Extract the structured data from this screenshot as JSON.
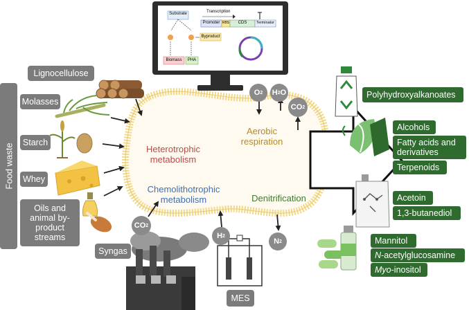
{
  "feedstocks": {
    "lignocellulose": "Lignocellulose",
    "food_waste": "Food waste",
    "molasses": "Molasses",
    "starch": "Starch",
    "whey": "Whey",
    "oils_line1": "Oils and",
    "oils_line2": "animal by-",
    "oils_line3": "product",
    "oils_line4": "streams",
    "syngas": "Syngas",
    "mes": "MES"
  },
  "gases": {
    "o2_main": "O",
    "o2_sub": "2",
    "h2o_main1": "H",
    "h2o_sub": "2",
    "h2o_main2": "O",
    "co2_main": "CO",
    "co2_sub": "2",
    "co2b_main": "CO",
    "co2b_sub": "2",
    "h2_main": "H",
    "h2_sub": "2",
    "n2_main": "N",
    "n2_sub": "2"
  },
  "metabolism": {
    "heterotrophic_1": "Heterotrophic",
    "heterotrophic_2": "metabolism",
    "chemo_1": "Chemolithotrophic",
    "chemo_2": "metabolism",
    "aerobic_1": "Aerobic",
    "aerobic_2": "respiration",
    "denitrification": "Denitrification"
  },
  "monitor": {
    "substrate": "Substrate",
    "byproduct": "Byproduct",
    "biomass": "Biomass",
    "pha": "PHA",
    "transcription": "Transcription",
    "promoter": "Promoter",
    "rbs": "RBS",
    "cds": "CDS",
    "terminator": "Terminator"
  },
  "products": {
    "pha": "Polyhydroxyalkanoates",
    "alcohols": "Alcohols",
    "fatty_1": "Fatty acids and",
    "fatty_2": "derivatives",
    "terpenoids": "Terpenoids",
    "acetoin": "Acetoin",
    "butanediol": "1,3-butanediol",
    "mannitol": "Mannitol",
    "nag_italic": "N",
    "nag_rest": "-acetylglucosamine",
    "myo_italic": "Myo",
    "myo_rest": "-inositol"
  },
  "colors": {
    "box_gray": "#7b7b7b",
    "product_green": "#2f6b2f",
    "heterotrophic": "#b84a4a",
    "chemo": "#3c6fb5",
    "aerobic": "#b08a2a",
    "denitrification": "#3d7a2e",
    "membrane": "#f2d98a"
  }
}
